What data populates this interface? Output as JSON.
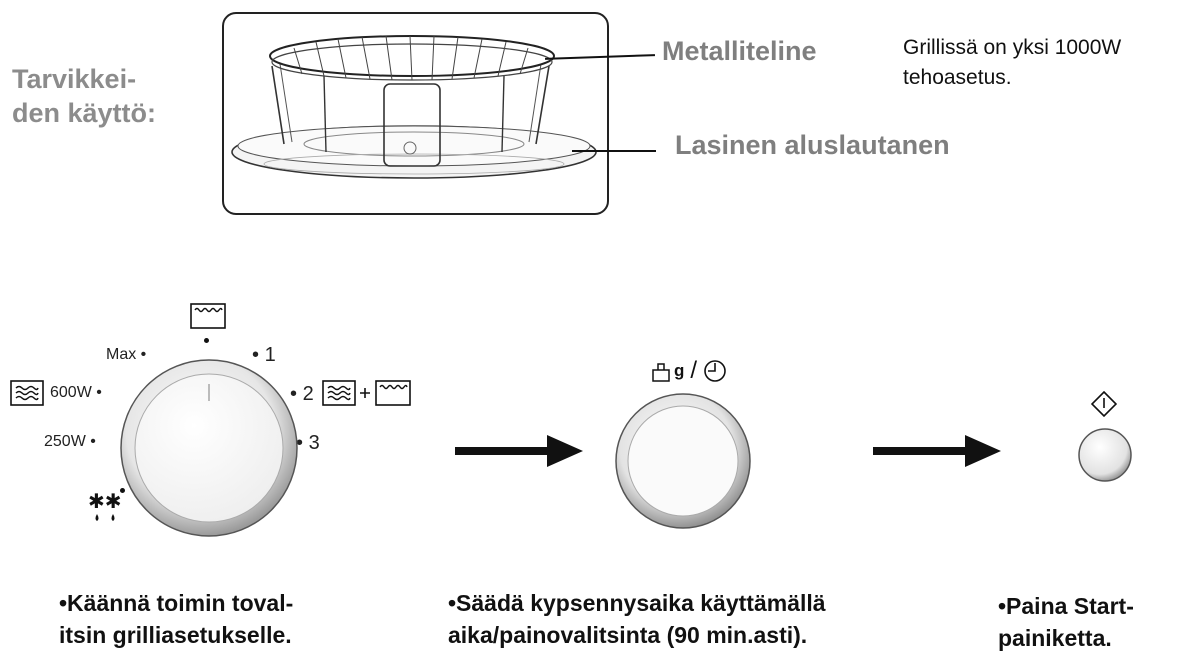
{
  "accessories": {
    "heading": "Tarvikkei-\nden käyttö:",
    "rack_label": "Metalliteline",
    "plate_label": "Lasinen aluslautanen"
  },
  "note": "Grillissä on yksi 1000W\ntehoasetus.",
  "dial": {
    "labels": {
      "max": "Max",
      "p600": "600W",
      "p250": "250W",
      "n1": "1",
      "n2": "2",
      "n3": "3"
    }
  },
  "timer": {
    "separator": "/",
    "weight_unit": "g"
  },
  "steps": [
    {
      "caption": "•Käännä toimin toval-\n  itsin grilliasetukselle."
    },
    {
      "caption": "•Säädä kypsennysaika käyttämällä\n  aika/painovalitsinta (90 min.asti)."
    },
    {
      "caption": "•Paina Start-\n  painiketta."
    }
  ]
}
